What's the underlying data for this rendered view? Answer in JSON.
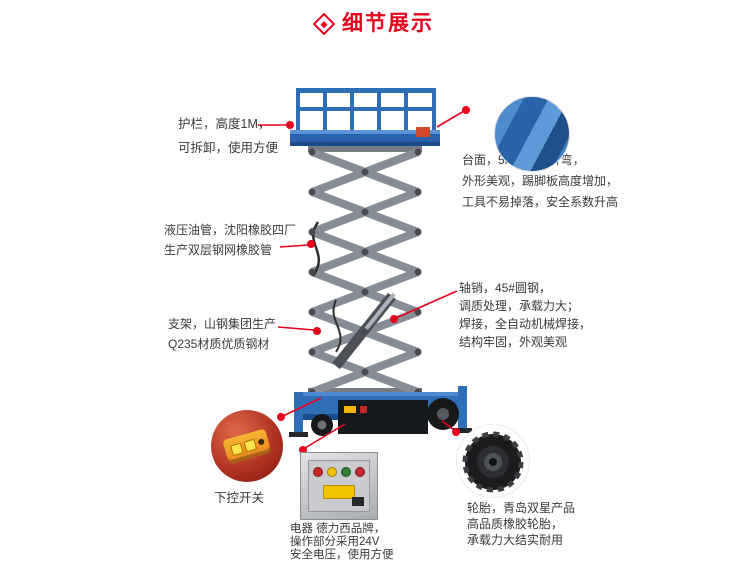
{
  "header": {
    "title": "细节展示"
  },
  "callouts": {
    "guardrail": {
      "lines": [
        "护栏，高度1M，",
        "可拆卸，使用方便"
      ]
    },
    "tabletop": {
      "lines": [
        "台面，5mm平板折弯，",
        "外形美观，踢脚板高度增加，",
        "工具不易掉落，安全系数升高"
      ]
    },
    "hose": {
      "lines": [
        "液压油管，沈阳橡胶四厂",
        "生产双层钢网橡胶管"
      ]
    },
    "frame": {
      "lines": [
        "支架，山钢集团生产",
        "Q235材质优质钢材"
      ]
    },
    "pin": {
      "lines": [
        "轴销，45#圆钢，",
        "调质处理，承载力大；",
        "焊接，全自动机械焊接，",
        "结构牢固，外观美观"
      ]
    },
    "remote": {
      "label": "下控开关"
    },
    "electric": {
      "lines": [
        "电器 德力西品牌，",
        "操作部分采用24V",
        "安全电压，使用方便"
      ]
    },
    "tire": {
      "lines": [
        "轮胎，青岛双星产品",
        "高品质橡胶轮胎，",
        "承载力大结实耐用"
      ]
    }
  },
  "colors": {
    "accent_red": "#e8001c",
    "lift_blue": "#2f6fb8",
    "platform_blue": "#2a62ad",
    "scissor_gray": "#878d96",
    "text_gray": "#3a3a3a"
  }
}
